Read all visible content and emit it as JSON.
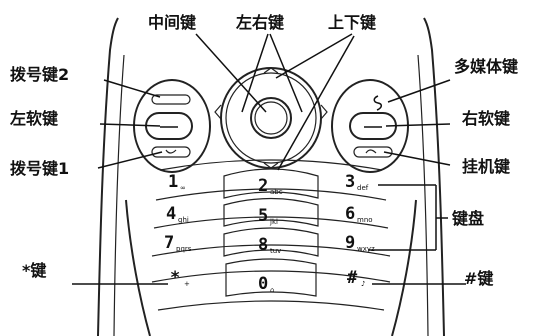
{
  "labels": {
    "center_key": "中间键",
    "left_right_key": "左右键",
    "up_down_key": "上下键",
    "dial_key_2": "拨号键2",
    "left_soft_key": "左软键",
    "dial_key_1": "拨号键1",
    "multimedia_key": "多媒体键",
    "right_soft_key": "右软键",
    "end_key": "挂机键",
    "keypad": "键盘",
    "star_key": "*键",
    "hash_key": "#键"
  },
  "keys": {
    "k1": {
      "digit": "1",
      "sub": "∞"
    },
    "k2": {
      "digit": "2",
      "sub": "abc"
    },
    "k3": {
      "digit": "3",
      "sub": "def"
    },
    "k4": {
      "digit": "4",
      "sub": "ghi"
    },
    "k5": {
      "digit": "5",
      "sub": "jkl"
    },
    "k6": {
      "digit": "6",
      "sub": "mno"
    },
    "k7": {
      "digit": "7",
      "sub": "pqrs"
    },
    "k8": {
      "digit": "8",
      "sub": "tuv"
    },
    "k9": {
      "digit": "9",
      "sub": "wxyz"
    },
    "kstar": {
      "digit": "*",
      "sub": "+"
    },
    "k0": {
      "digit": "0",
      "sub": "⌂"
    },
    "khash": {
      "digit": "#",
      "sub": "♪"
    }
  },
  "icons": {
    "multimedia_key_icon": "multimedia-note-icon",
    "left_soft_key_icon": "soft-key-dash-icon",
    "right_soft_key_icon": "soft-key-dash-icon"
  }
}
